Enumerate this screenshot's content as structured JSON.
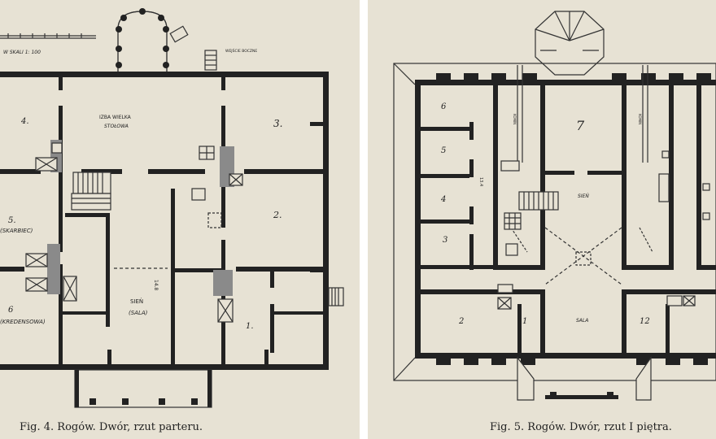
{
  "figure_left": {
    "caption": "Fig. 4. Rogów. Dwór, rzut parteru.",
    "scale": "W SKALI 1: 100",
    "rooms": [
      {
        "id": "4",
        "label": "4."
      },
      {
        "id": "3",
        "label": "3."
      },
      {
        "id": "5",
        "label": "5.",
        "sub": "(SKARBIEC)"
      },
      {
        "id": "2",
        "label": "2."
      },
      {
        "id": "6",
        "label": "6",
        "sub": "(KREDENSOWA)"
      },
      {
        "id": "1",
        "label": "1."
      }
    ],
    "izba_title": "IZBA WIELKA",
    "izba_sub": "STOŁOWA",
    "sien": "SIEŃ",
    "sala": "(SALA)",
    "dim": "14.8",
    "note": "WEJŚCIE BOCZNE"
  },
  "figure_right": {
    "caption": "Fig. 5. Rogów. Dwór, rzut I piętra.",
    "rooms": [
      {
        "id": "7",
        "label": "7"
      },
      {
        "id": "6",
        "label": "6"
      },
      {
        "id": "5",
        "label": "5"
      },
      {
        "id": "4",
        "label": "4"
      },
      {
        "id": "3",
        "label": "3"
      },
      {
        "id": "2",
        "label": "2"
      },
      {
        "id": "1",
        "label": "1"
      },
      {
        "id": "12",
        "label": "12"
      }
    ],
    "sien": "SIEŃ",
    "sala": "SALA",
    "flue": "KOMIN",
    "dim": "13.4"
  }
}
